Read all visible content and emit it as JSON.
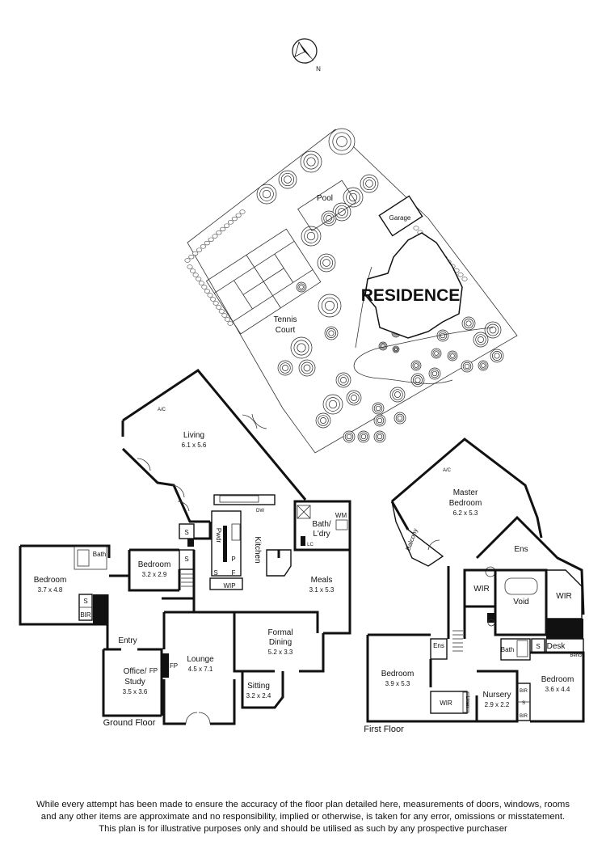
{
  "compass": {
    "label": "N",
    "icon": "north-arrow-icon"
  },
  "site_plan": {
    "labels": {
      "pool": "Pool",
      "garage": "Garage",
      "residence": "RESIDENCE",
      "tennis_court": [
        "Tennis",
        "Court"
      ]
    }
  },
  "ground_floor": {
    "title": "Ground Floor",
    "rooms": {
      "living": {
        "name": "Living",
        "dims": "6.1 x 5.6"
      },
      "ac": "A/C",
      "kitchen": "Kitchen",
      "dw": "DW",
      "pwdr": "Pwdr",
      "p": "P",
      "f": "F",
      "s1": "S",
      "s2": "S",
      "s3": "S",
      "s4": "S",
      "wip": "WIP",
      "bath_ldry": [
        "Bath/",
        "L'dry"
      ],
      "wm": "WM",
      "lc": "LC",
      "meals": {
        "name": "Meals",
        "dims": "3.1 x 5.3"
      },
      "bath": "Bath",
      "bedroom_a": {
        "name": "Bedroom",
        "dims": "3.7 x 4.8"
      },
      "bedroom_b": {
        "name": "Bedroom",
        "dims": "3.2 x 2.9"
      },
      "s_bir": "S",
      "bir": "BIR",
      "entry": "Entry",
      "office": {
        "name": [
          "Office/",
          "Study"
        ],
        "dims": "3.5 x 3.6"
      },
      "fp1": "FP",
      "fp2": "FP",
      "lounge": {
        "name": "Lounge",
        "dims": "4.5 x 7.1"
      },
      "formal_dining": {
        "name": [
          "Formal",
          "Dining"
        ],
        "dims": "5.2 x 3.3"
      },
      "sitting": {
        "name": "Sitting",
        "dims": "3.2 x 2.4"
      }
    }
  },
  "first_floor": {
    "title": "First Floor",
    "rooms": {
      "master": {
        "name": [
          "Master",
          "Bedroom"
        ],
        "dims": "6.2 x 5.3"
      },
      "ac": "A/C",
      "balcony": "Balcony",
      "ens1": "Ens",
      "ens2": "Ens",
      "wir1": "WIR",
      "wir2": "WIR",
      "wir3": "WIR",
      "void": "Void",
      "bath": "Bath",
      "s": "S",
      "desk": "Desk",
      "bench": "Bench",
      "bedroom_a": {
        "name": "Bedroom",
        "dims": "3.9 x 5.3"
      },
      "bedroom_b": {
        "name": "Bedroom",
        "dims": "3.6 x 4.4"
      },
      "nursery": {
        "name": "Nursery",
        "dims": "2.9 x 2.2"
      },
      "bir1": "BIR",
      "bir2": "BIR",
      "s2": "S",
      "linen": "Linen"
    }
  },
  "disclaimer": [
    "While every attempt has been made to ensure the accuracy of the floor plan detailed here, measurements of doors, windows, rooms",
    "and any other items are approximate and no responsibility, implied or otherwise, is taken for any error, omissions or misstatement.",
    "This plan is for illustrative purposes only and should be utilised as such by any prospective purchaser"
  ]
}
